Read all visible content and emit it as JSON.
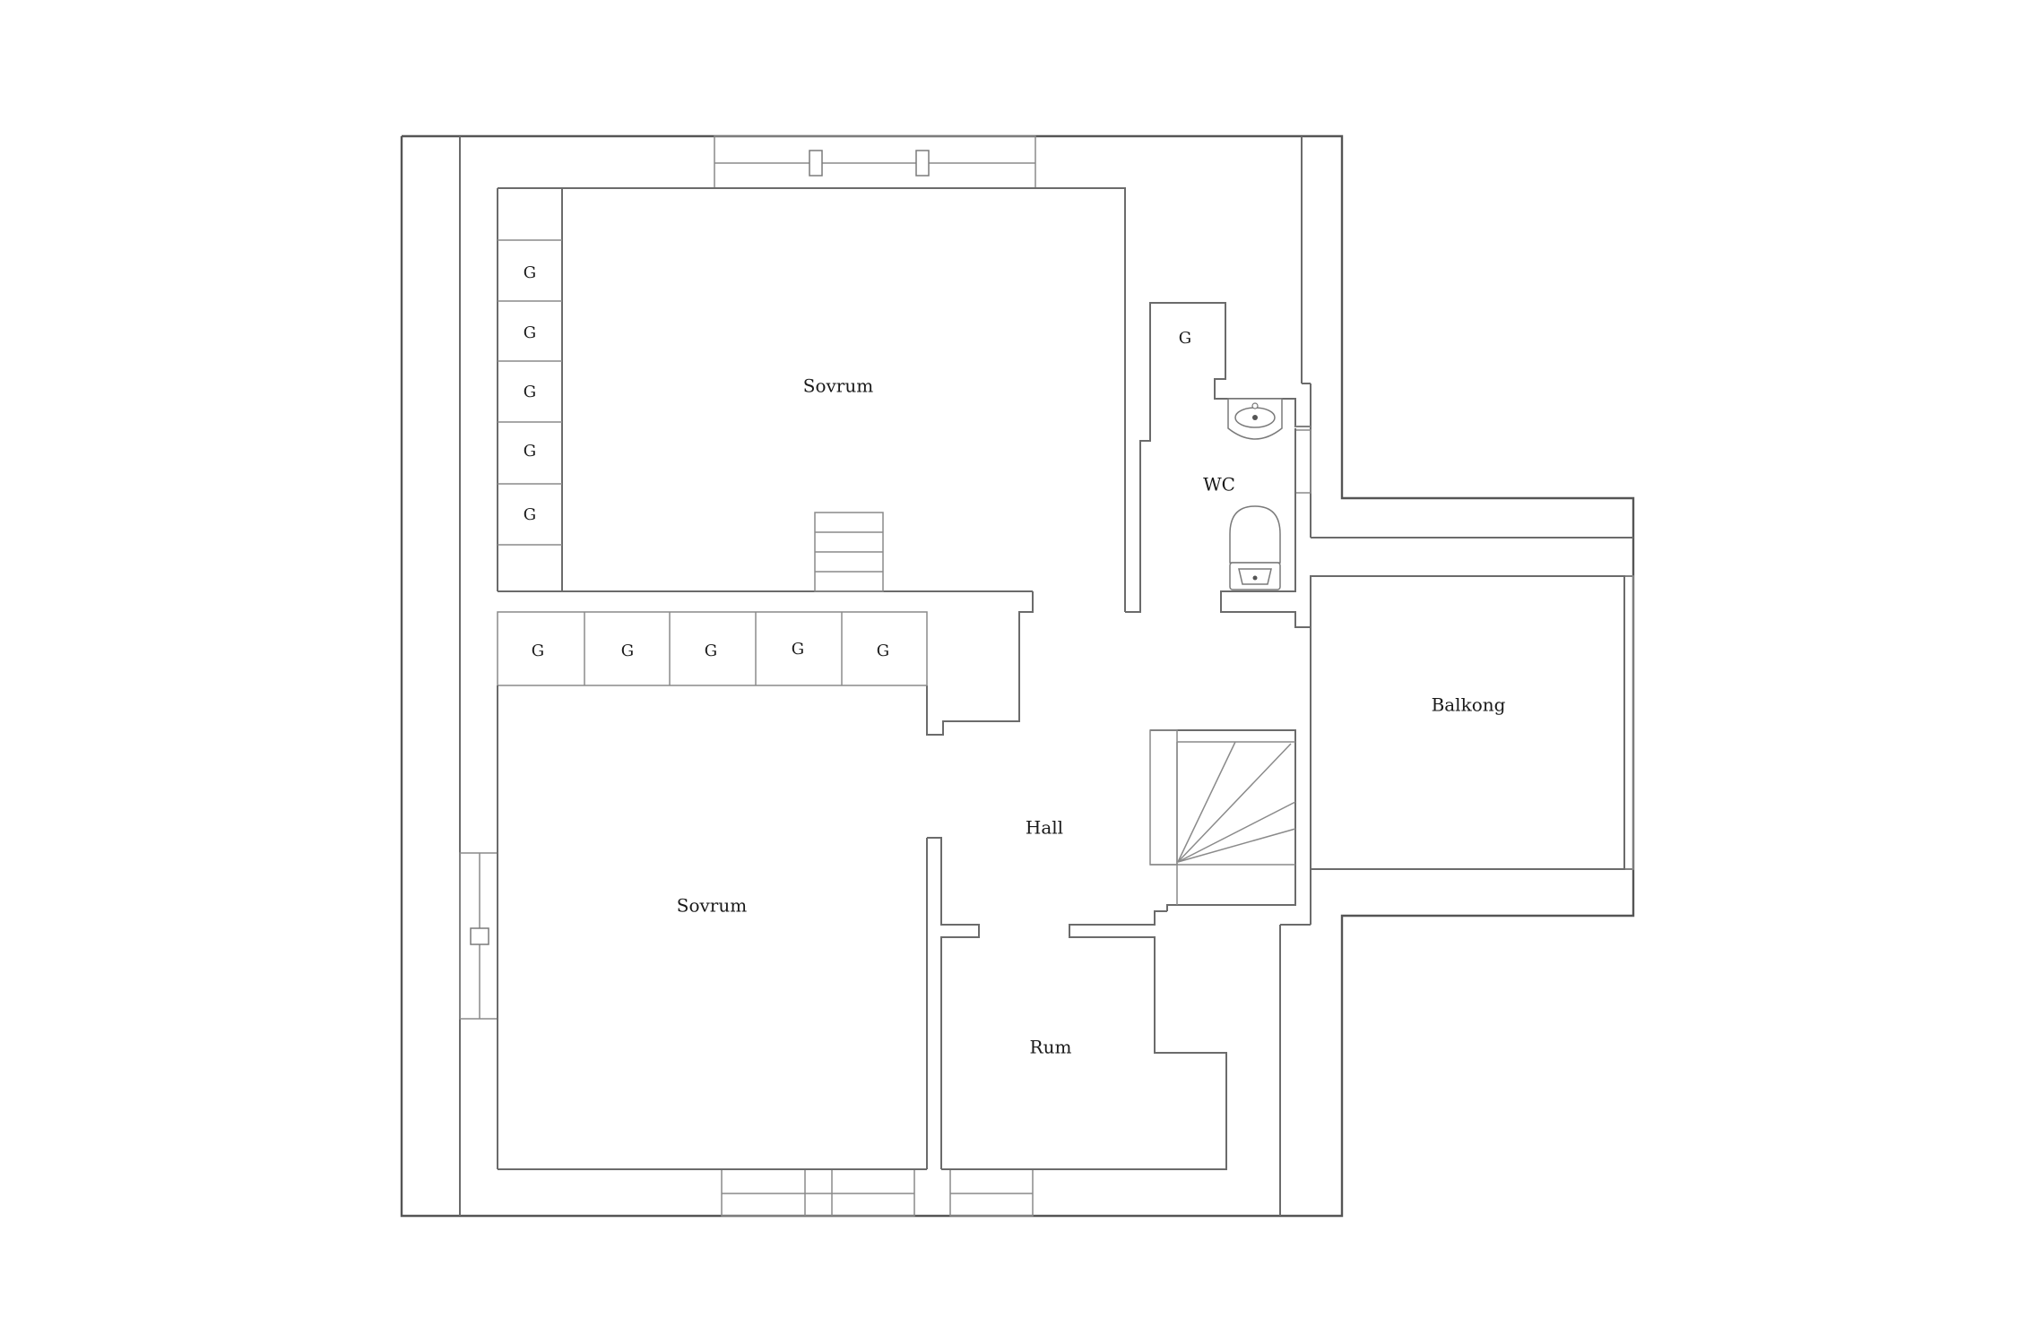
{
  "rooms": {
    "sovrum_top": "Sovrum",
    "sovrum_bottom": "Sovrum",
    "wc": "WC",
    "hall": "Hall",
    "rum": "Rum",
    "balkong": "Balkong"
  },
  "closets": {
    "left_column": [
      "G",
      "G",
      "G",
      "G",
      "G"
    ],
    "middle_row": [
      "G",
      "G",
      "G",
      "G",
      "G"
    ],
    "wc": "G"
  }
}
